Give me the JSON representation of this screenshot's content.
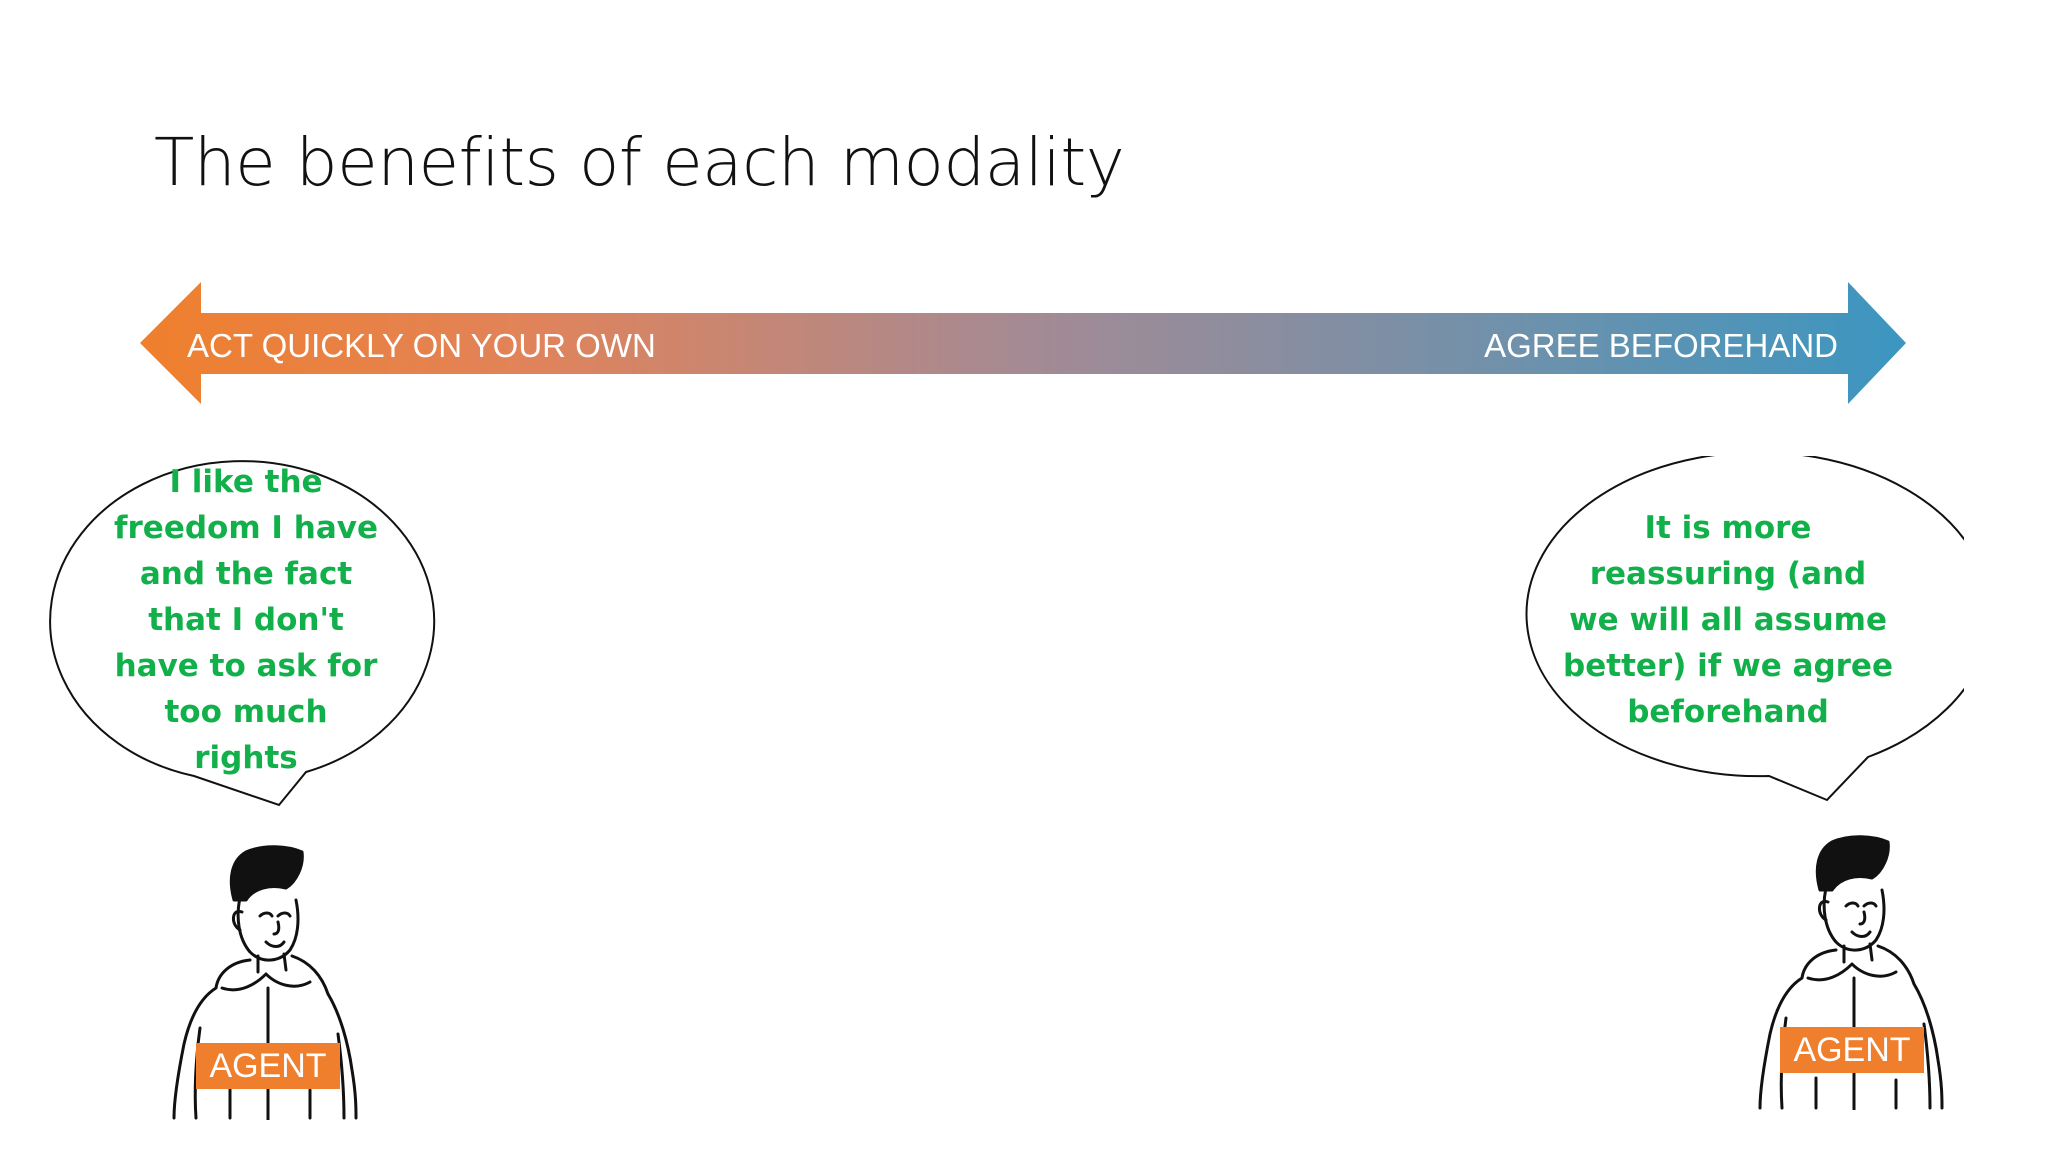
{
  "slide": {
    "title": "The benefits of each modality"
  },
  "spectrum": {
    "left_label": "ACT QUICKLY ON YOUR OWN",
    "right_label": "AGREE BEFOREHAND",
    "left_color": "#ef7f2c",
    "mid_color": "#a58a94",
    "right_color": "#3b96c1"
  },
  "left_agent": {
    "quote": "I like the\nfreedom I have\nand the fact\nthat I don't\nhave to ask for\ntoo much\nrights",
    "badge": "AGENT"
  },
  "right_agent": {
    "quote": "It is more\nreassuring (and\nwe will all assume\nbetter) if we agree\nbeforehand",
    "badge": "AGENT"
  },
  "colors": {
    "quote_text": "#12b04a",
    "badge_bg": "#ef7f2c",
    "badge_text": "#ffffff"
  }
}
